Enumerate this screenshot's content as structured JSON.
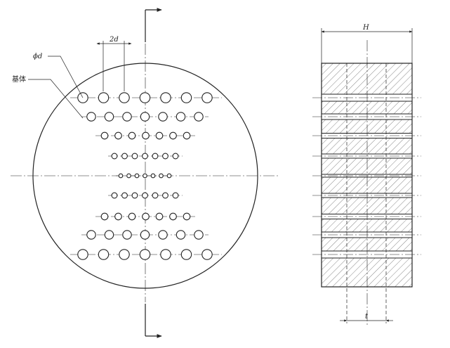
{
  "labels": {
    "hole_diameter": "ϕd",
    "substrate": "基体",
    "hole_pitch": "2d",
    "thickness": "H",
    "spacing": "t"
  },
  "colors": {
    "line": "#222222",
    "hatch": "#555555",
    "background": "#ffffff"
  }
}
